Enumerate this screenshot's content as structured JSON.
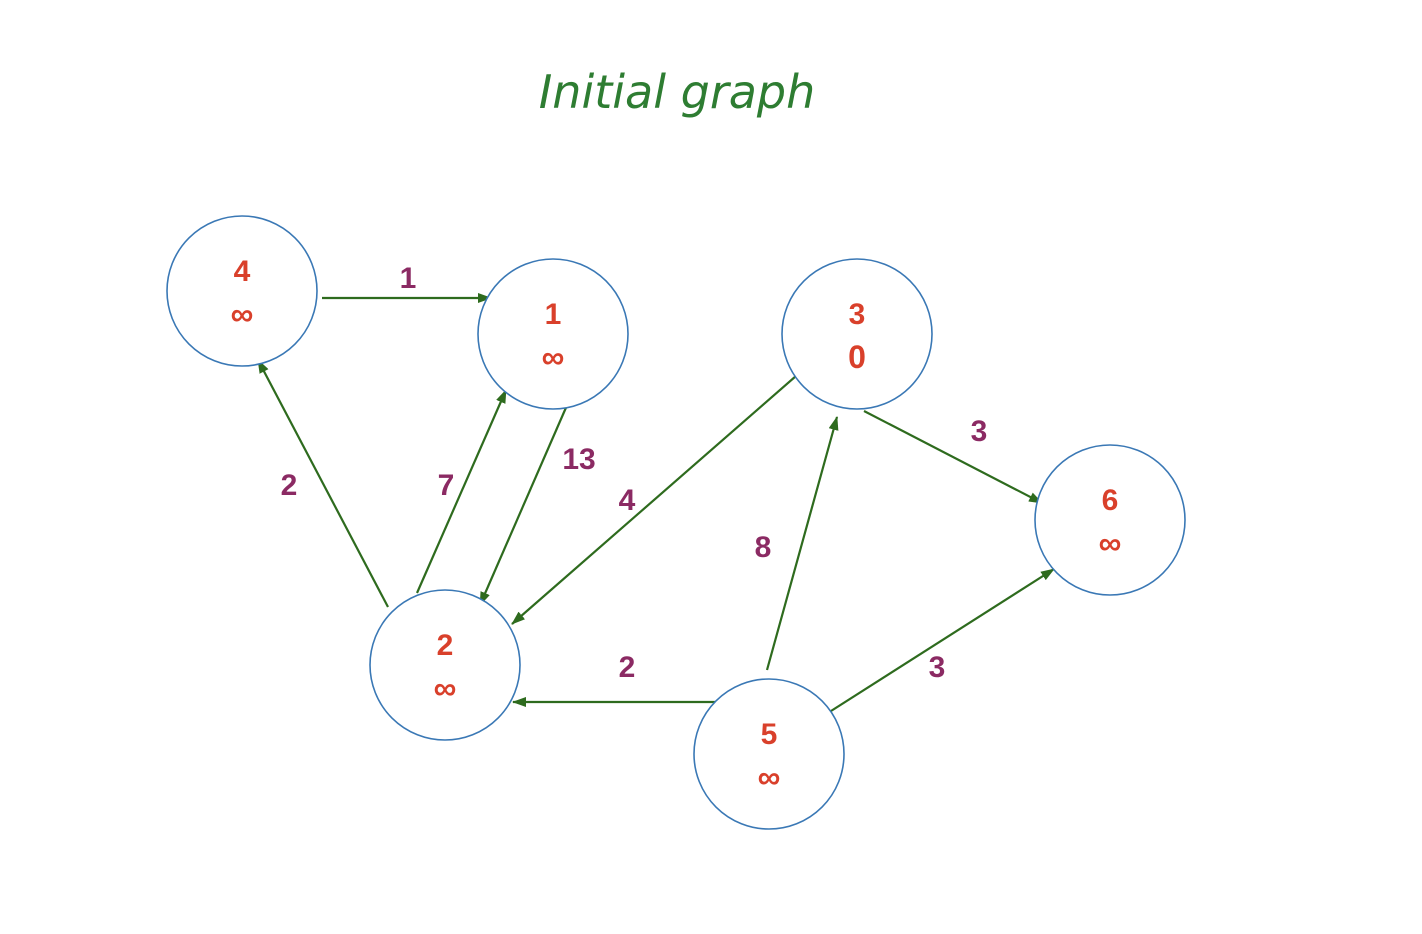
{
  "title": "Initial graph",
  "colors": {
    "title": "#2e7d32",
    "node_text": "#d9402b",
    "node_stroke": "#3a78b5",
    "edge": "#2e6b1e",
    "edge_label": "#8b2a63"
  },
  "nodes": [
    {
      "id": "4",
      "distance": "∞"
    },
    {
      "id": "1",
      "distance": "∞"
    },
    {
      "id": "3",
      "distance": "0"
    },
    {
      "id": "6",
      "distance": "∞"
    },
    {
      "id": "2",
      "distance": "∞"
    },
    {
      "id": "5",
      "distance": "∞"
    }
  ],
  "edges": [
    {
      "from": "4",
      "to": "1",
      "weight": "1"
    },
    {
      "from": "2",
      "to": "4",
      "weight": "2"
    },
    {
      "from": "2",
      "to": "1",
      "weight": "7"
    },
    {
      "from": "1",
      "to": "2",
      "weight": "13"
    },
    {
      "from": "3",
      "to": "2",
      "weight": "4"
    },
    {
      "from": "3",
      "to": "6",
      "weight": "3"
    },
    {
      "from": "5",
      "to": "3",
      "weight": "8"
    },
    {
      "from": "5",
      "to": "2",
      "weight": "2"
    },
    {
      "from": "5",
      "to": "6",
      "weight": "3"
    }
  ]
}
